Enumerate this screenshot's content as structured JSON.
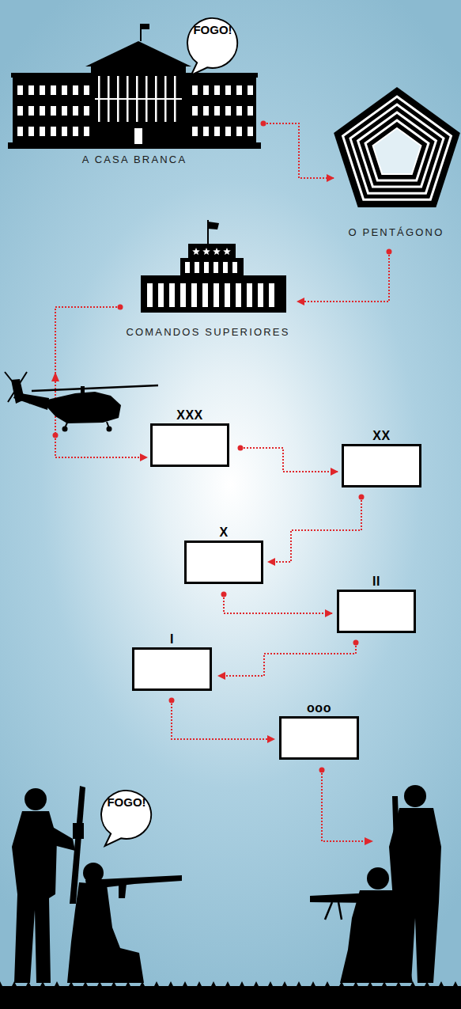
{
  "diagram": {
    "nodes": [
      {
        "text": [
          "FOGO!"
        ]
      },
      {
        "text": [
          "A CASA BRANCA"
        ]
      },
      {
        "text": [
          "O PENTÁGONO"
        ]
      },
      {
        "text": [
          "COMANDOS SUPERIORES"
        ]
      },
      {
        "text": [
          "XXX"
        ]
      },
      {
        "text": [
          "XX"
        ]
      },
      {
        "text": [
          "X"
        ]
      },
      {
        "text": [
          "II"
        ]
      },
      {
        "text": [
          "I"
        ]
      },
      {
        "text": [
          "ooo"
        ]
      },
      {
        "text": [
          "FOGO!"
        ]
      }
    ],
    "edges": [
      {
        "from": 1,
        "to": 2,
        "arrow": "to"
      },
      {
        "from": 2,
        "to": 3,
        "arrow": "to"
      },
      {
        "from": 3,
        "to": 4,
        "arrow": "to"
      },
      {
        "from": 4,
        "to": 5,
        "arrow": "to"
      },
      {
        "from": 5,
        "to": 6,
        "arrow": "to"
      },
      {
        "from": 6,
        "to": 7,
        "arrow": "to"
      },
      {
        "from": 7,
        "to": 8,
        "arrow": "to"
      },
      {
        "from": 8,
        "to": 9,
        "arrow": "to"
      }
    ]
  }
}
